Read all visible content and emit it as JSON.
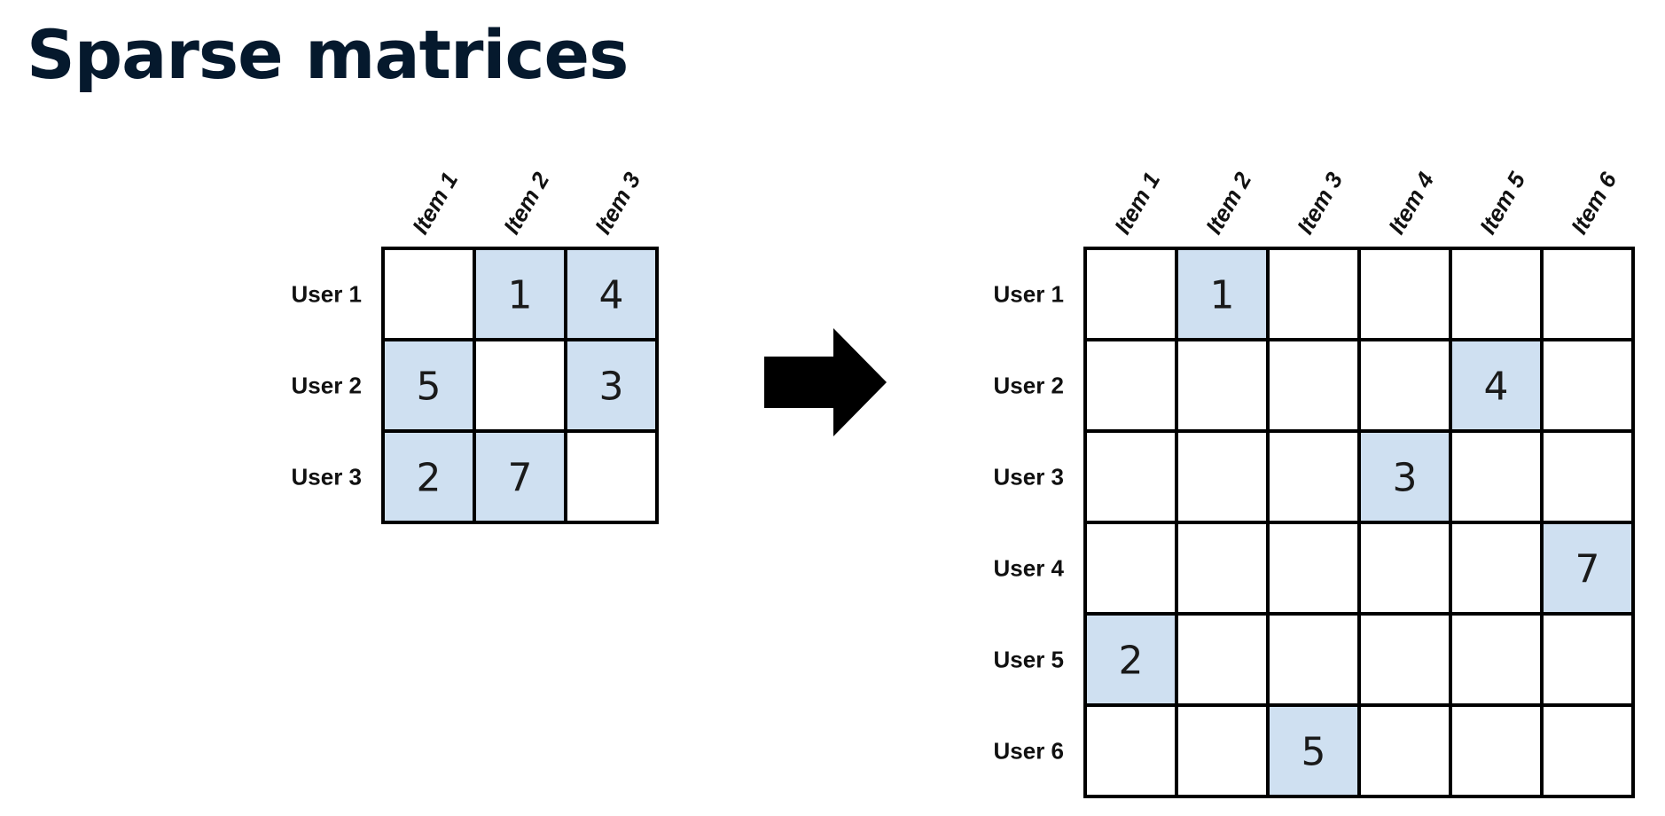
{
  "title": "Sparse matrices",
  "colors": {
    "title": "#05192d",
    "filled_cell": "#cfe0f1",
    "empty_cell": "#ffffff",
    "grid": "#000000",
    "arrow": "#000000"
  },
  "dense_matrix": {
    "rows": [
      "User 1",
      "User 2",
      "User 3"
    ],
    "cols": [
      "Item 1",
      "Item 2",
      "Item 3"
    ],
    "values": [
      [
        "",
        "1",
        "4"
      ],
      [
        "5",
        "",
        "3"
      ],
      [
        "2",
        "7",
        ""
      ]
    ]
  },
  "arrow_icon": "right-arrow-icon",
  "sparse_matrix": {
    "rows": [
      "User 1",
      "User 2",
      "User 3",
      "User 4",
      "User 5",
      "User 6"
    ],
    "cols": [
      "Item 1",
      "Item 2",
      "Item 3",
      "Item 4",
      "Item 5",
      "Item 6"
    ],
    "values": [
      [
        "",
        "1",
        "",
        "",
        "",
        ""
      ],
      [
        "",
        "",
        "",
        "",
        "4",
        ""
      ],
      [
        "",
        "",
        "",
        "3",
        "",
        ""
      ],
      [
        "",
        "",
        "",
        "",
        "",
        "7"
      ],
      [
        "2",
        "",
        "",
        "",
        "",
        ""
      ],
      [
        "",
        "",
        "5",
        "",
        "",
        ""
      ]
    ]
  }
}
